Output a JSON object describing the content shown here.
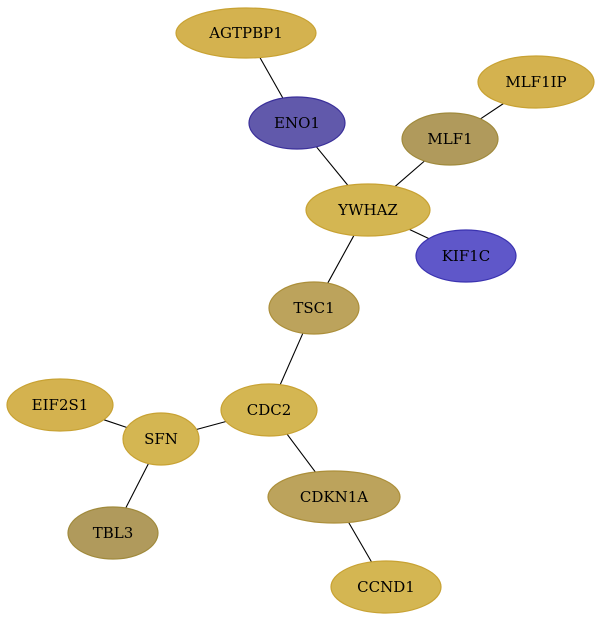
{
  "graph": {
    "nodes": [
      {
        "id": "AGTPBP1",
        "label": "AGTPBP1",
        "fill": "#d4b24f",
        "stroke": "#c8a233"
      },
      {
        "id": "ENO1",
        "label": "ENO1",
        "fill": "#6159ab",
        "stroke": "#3a2f9a"
      },
      {
        "id": "MLF1IP",
        "label": "MLF1IP",
        "fill": "#d4b24f",
        "stroke": "#c8a233"
      },
      {
        "id": "MLF1",
        "label": "MLF1",
        "fill": "#b09a5c",
        "stroke": "#a08a3c"
      },
      {
        "id": "YWHAZ",
        "label": "YWHAZ",
        "fill": "#d4b652",
        "stroke": "#c8a233"
      },
      {
        "id": "KIF1C",
        "label": "KIF1C",
        "fill": "#5f57c9",
        "stroke": "#3a32b0"
      },
      {
        "id": "TSC1",
        "label": "TSC1",
        "fill": "#bca35c",
        "stroke": "#ac8f3a"
      },
      {
        "id": "EIF2S1",
        "label": "EIF2S1",
        "fill": "#d4b24f",
        "stroke": "#c8a233"
      },
      {
        "id": "CDC2",
        "label": "CDC2",
        "fill": "#d4b652",
        "stroke": "#c8a233"
      },
      {
        "id": "SFN",
        "label": "SFN",
        "fill": "#d4b652",
        "stroke": "#c8a233"
      },
      {
        "id": "CDKN1A",
        "label": "CDKN1A",
        "fill": "#bca35c",
        "stroke": "#ac8f3a"
      },
      {
        "id": "TBL3",
        "label": "TBL3",
        "fill": "#b09a5c",
        "stroke": "#a08a3c"
      },
      {
        "id": "CCND1",
        "label": "CCND1",
        "fill": "#d4b652",
        "stroke": "#c8a233"
      }
    ],
    "edges": [
      {
        "source": "AGTPBP1",
        "target": "ENO1"
      },
      {
        "source": "ENO1",
        "target": "YWHAZ"
      },
      {
        "source": "MLF1IP",
        "target": "MLF1"
      },
      {
        "source": "MLF1",
        "target": "YWHAZ"
      },
      {
        "source": "YWHAZ",
        "target": "KIF1C"
      },
      {
        "source": "YWHAZ",
        "target": "TSC1"
      },
      {
        "source": "TSC1",
        "target": "CDC2"
      },
      {
        "source": "CDC2",
        "target": "SFN"
      },
      {
        "source": "CDC2",
        "target": "CDKN1A"
      },
      {
        "source": "EIF2S1",
        "target": "SFN"
      },
      {
        "source": "SFN",
        "target": "TBL3"
      },
      {
        "source": "CDKN1A",
        "target": "CCND1"
      }
    ]
  }
}
